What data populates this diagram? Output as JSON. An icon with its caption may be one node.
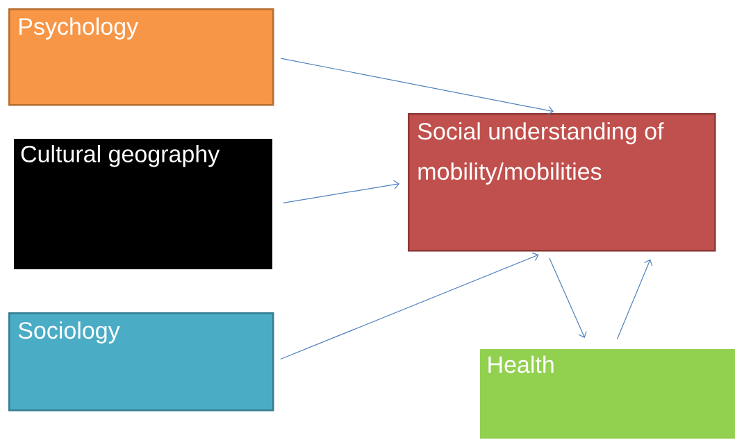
{
  "diagram": {
    "nodes": [
      {
        "text": [
          "Psychology"
        ]
      },
      {
        "text": [
          "Cultural geography"
        ]
      },
      {
        "text": [
          "Sociology"
        ]
      },
      {
        "text": [
          "Social understanding of mobility/mobilities"
        ]
      },
      {
        "text": [
          "Health"
        ]
      }
    ],
    "edges": [
      {
        "from": 0,
        "to": 3,
        "arrow": "to"
      },
      {
        "from": 1,
        "to": 3,
        "arrow": "to"
      },
      {
        "from": 2,
        "to": 3,
        "arrow": "to"
      },
      {
        "from": 3,
        "to": 4,
        "arrow": "to"
      },
      {
        "from": 4,
        "to": 3,
        "arrow": "to"
      }
    ]
  }
}
